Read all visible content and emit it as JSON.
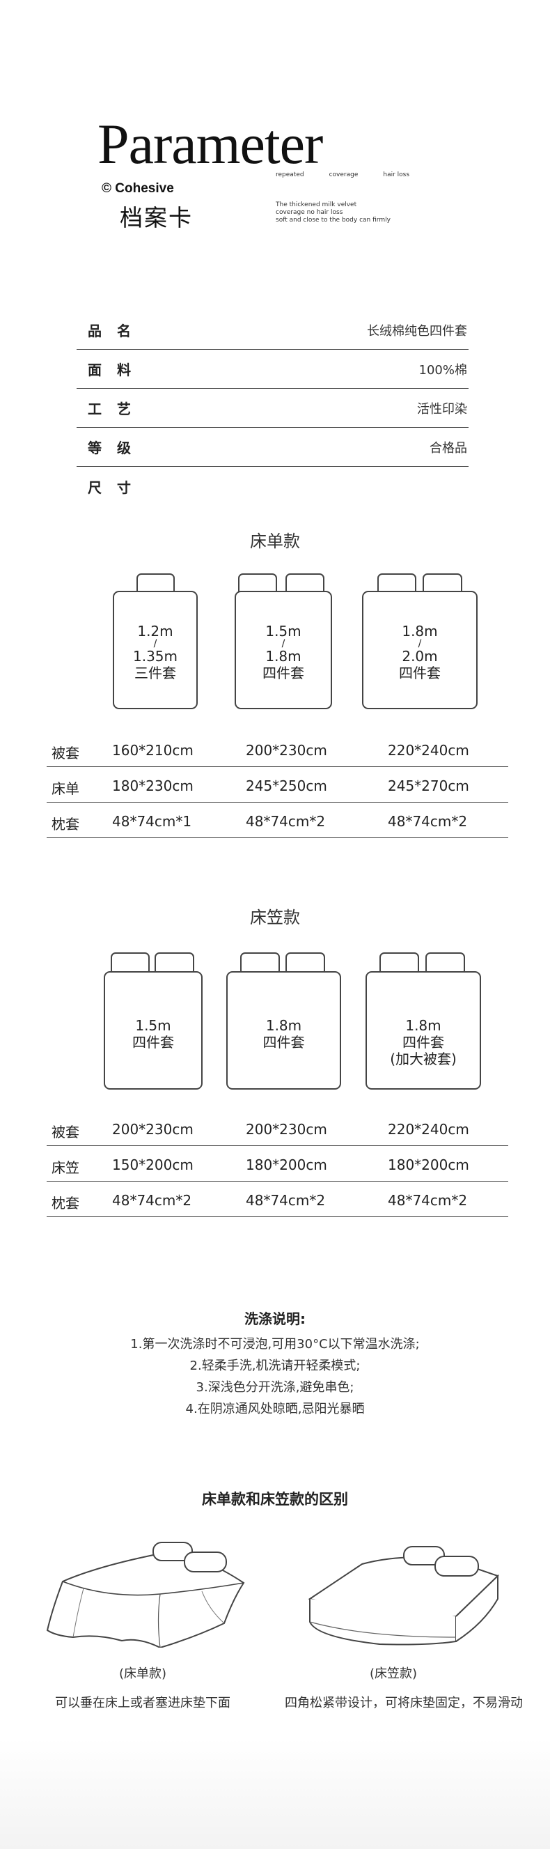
{
  "header": {
    "title": "Parameter",
    "brand": "© Cohesive",
    "brand_cn": "档案卡",
    "tags": [
      "repeated",
      "coverage",
      "hair loss"
    ],
    "subtitle_lines": [
      "The thickened milk velvet",
      "coverage no hair loss",
      "soft and close to the body can firmly"
    ]
  },
  "archive": [
    {
      "label": "品名",
      "value": "长绒棉纯色四件套"
    },
    {
      "label": "面料",
      "value": "100%棉"
    },
    {
      "label": "工艺",
      "value": "活性印染"
    },
    {
      "label": "等级",
      "value": "合格品"
    },
    {
      "label": "尺寸",
      "value": ""
    }
  ],
  "flat_sheet": {
    "title": "床单款",
    "beds": [
      {
        "size_a": "1.2m",
        "slash": "/",
        "size_b": "1.35m",
        "set": "三件套"
      },
      {
        "size_a": "1.5m",
        "slash": "/",
        "size_b": "1.8m",
        "set": "四件套"
      },
      {
        "size_a": "1.8m",
        "slash": "/",
        "size_b": "2.0m",
        "set": "四件套"
      }
    ],
    "rows": [
      {
        "label": "被套",
        "cols": [
          "160*210cm",
          "200*230cm",
          "220*240cm"
        ]
      },
      {
        "label": "床单",
        "cols": [
          "180*230cm",
          "245*250cm",
          "245*270cm"
        ]
      },
      {
        "label": "枕套",
        "cols": [
          "48*74cm*1",
          "48*74cm*2",
          "48*74cm*2"
        ]
      }
    ]
  },
  "fitted_sheet": {
    "title": "床笠款",
    "beds": [
      {
        "size": "1.5m",
        "set": "四件套",
        "extra": ""
      },
      {
        "size": "1.8m",
        "set": "四件套",
        "extra": ""
      },
      {
        "size": "1.8m",
        "set": "四件套",
        "extra": "(加大被套)"
      }
    ],
    "rows": [
      {
        "label": "被套",
        "cols": [
          "200*230cm",
          "200*230cm",
          "220*240cm"
        ]
      },
      {
        "label": "床笠",
        "cols": [
          "150*200cm",
          "180*200cm",
          "180*200cm"
        ]
      },
      {
        "label": "枕套",
        "cols": [
          "48*74cm*2",
          "48*74cm*2",
          "48*74cm*2"
        ]
      }
    ]
  },
  "wash": {
    "title": "洗涤说明:",
    "lines": [
      "1.第一次洗涤时不可浸泡,可用30°C以下常温水洗涤;",
      "2.轻柔手洗,机洗请开轻柔模式;",
      "3.深浅色分开洗涤,避免串色;",
      "4.在阴凉通风处晾晒,忌阳光暴晒"
    ]
  },
  "difference": {
    "title": "床单款和床笠款的区别",
    "left_caption": "(床单款)",
    "left_desc": "可以垂在床上或者塞进床垫下面",
    "right_caption": "(床笠款)",
    "right_desc": "四角松紧带设计，可将床垫固定，不易滑动"
  }
}
